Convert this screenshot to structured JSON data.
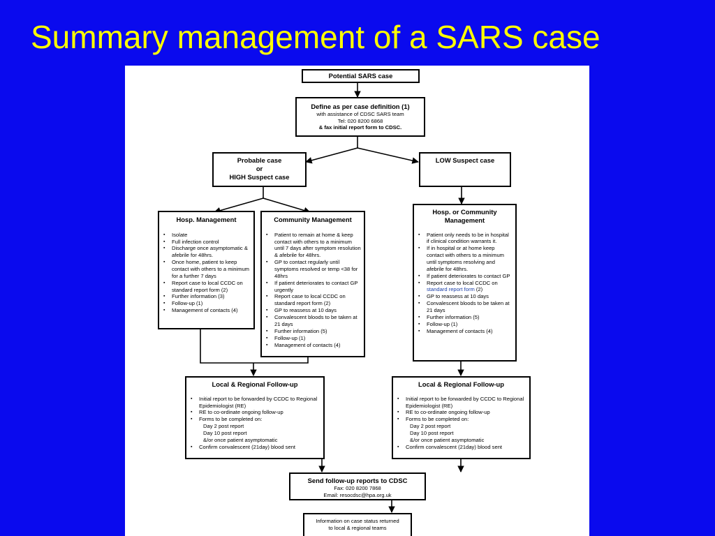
{
  "title": "Summary management of a SARS case",
  "flow": {
    "potential": {
      "title": "Potential SARS case"
    },
    "define": {
      "title": "Define as per case definition (1)",
      "line1": "with assistance of CDSC SARS team",
      "line2": "Tel: 020 8200 6868",
      "line3": "& fax initial report form to CDSC."
    },
    "probable": {
      "line1": "Probable case",
      "line2": "or",
      "line3": "HIGH Suspect case"
    },
    "low": {
      "title": "LOW Suspect case"
    },
    "hosp": {
      "title": "Hosp. Management",
      "items": [
        "Isolate",
        "Full infection control",
        "Discharge once asymptomatic & afebrile for 48hrs.",
        "Once home, patient to keep contact with others to a minimum for a further 7 days",
        "Report case to local CCDC on standard report form (2)",
        "Further information (3)",
        "Follow-up (1)",
        "Management of contacts (4)"
      ]
    },
    "community": {
      "title": "Community Management",
      "items": [
        "Patient to remain at home & keep contact with others to a minimum until 7 days after symptom resolution & afebrile for 48hrs.",
        "GP to contact regularly until symptoms resolved or temp <38 for 48hrs",
        "If patient deteriorates to contact GP urgently",
        "Report case to local CCDC on standard report form (2)",
        "GP to reassess at 10 days",
        "Convalescent bloods to be taken at 21 days",
        "Further information (5)",
        "Follow-up (1)",
        "Management of contacts (4)"
      ]
    },
    "hosp_comm": {
      "title1": "Hosp. or Community",
      "title2": "Management",
      "item1": "Patient only needs to be in hospital if clinical condition warrants it.",
      "item2": "If in hospital or at home keep contact with others to a minimum until symptoms resolving and afebrile for 48hrs.",
      "item3": "If patient deteriorates to contact GP",
      "item4_pre": "Report case to local CCDC on",
      "item4_link": "standard report form",
      "item4_post": " (2)",
      "item5": "GP to reassess at 10 days",
      "item6": "Convalescent bloods to be taken at 21 days",
      "item7": "Further information (5)",
      "item8": "Follow-up (1)",
      "item9": "Management of contacts (4)"
    },
    "followup_left": {
      "title": "Local & Regional Follow-up",
      "item1": "Initial report to be forwarded by CCDC to Regional Epidemiologist (RE)",
      "item2": "RE to co-ordinate ongoing follow-up",
      "item3": "Forms to be completed on:",
      "sub1": "Day 2 post report",
      "sub2": "Day 10 post report",
      "sub3": "&/or once patient asymptomatic",
      "item4": "Confirm convalescent  (21day) blood sent"
    },
    "followup_right": {
      "title": "Local & Regional Follow-up",
      "item1": "Initial report to be forwarded by CCDC to Regional Epidemiologist (RE)",
      "item2": "RE to co-ordinate ongoing follow-up",
      "item3": "Forms to be completed on:",
      "sub1": "Day 2 post report",
      "sub2": "Day 10 post report",
      "sub3": "&/or once patient asymptomatic",
      "item4": "Confirm convalescent  (21day) blood sent"
    },
    "send": {
      "title": "Send follow-up reports to CDSC",
      "line1": "Fax: 020 8200 7868",
      "line2": "Email: resocdsc@hpa.org.uk"
    },
    "info": {
      "line1": "Information on case status returned",
      "line2": "to local & regional teams"
    }
  }
}
